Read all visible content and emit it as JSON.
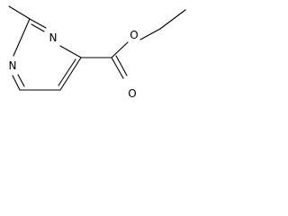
{
  "structure": {
    "atoms": [
      {
        "id": "n_top",
        "label": "N"
      },
      {
        "id": "n_left",
        "label": "N"
      },
      {
        "id": "o_ester",
        "label": "O"
      },
      {
        "id": "o_carbonyl",
        "label": "O"
      }
    ],
    "bonds": [
      {
        "id": "methyl-bond",
        "order": 1
      },
      {
        "id": "c2-n3",
        "order": 2
      },
      {
        "id": "n3-c4",
        "order": 1
      },
      {
        "id": "c4-c5",
        "order": 2
      },
      {
        "id": "c5-c6",
        "order": 1
      },
      {
        "id": "c6-n1",
        "order": 2
      },
      {
        "id": "n1-c2",
        "order": 1
      },
      {
        "id": "c4-carbonyl-c",
        "order": 1
      },
      {
        "id": "carbonyl-c-o-ester",
        "order": 1
      },
      {
        "id": "carbonyl-c-o-carbonyl",
        "order": 2
      },
      {
        "id": "o-ester-ch2",
        "order": 1
      },
      {
        "id": "ch2-ch3",
        "order": 1
      }
    ]
  }
}
